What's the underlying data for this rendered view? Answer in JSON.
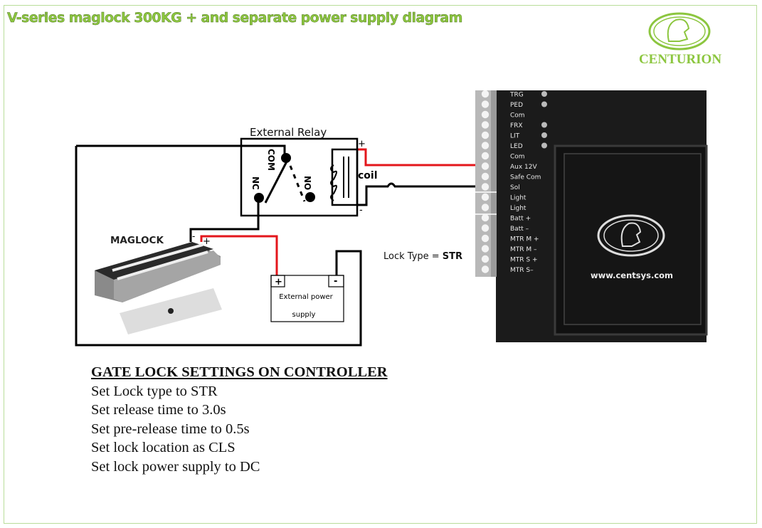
{
  "title": "V-series maglock 300KG + and separate power supply diagram",
  "logo": {
    "text": "CENTURION",
    "color": "#8cc63f"
  },
  "relay": {
    "title": "External Relay",
    "com": "COM",
    "nc": "NC",
    "no": "NO",
    "coil": "coil",
    "plus": "+",
    "minus": "-"
  },
  "maglock": {
    "label": "MAGLOCK",
    "minus": "-",
    "plus": "+"
  },
  "power_supply": {
    "line1": "External power",
    "line2": "supply",
    "plus": "+",
    "minus": "-"
  },
  "lock_type": {
    "prefix": "Lock Type = ",
    "value": "STR"
  },
  "controller": {
    "terminals": [
      "TRG",
      "PED",
      "Com",
      "FRX",
      "LIT",
      "LED",
      "Com",
      "Aux 12V",
      "Safe Com",
      "Sol",
      "Light",
      "Light",
      "Batt +",
      "Batt –",
      "MTR M +",
      "MTR M –",
      "MTR S +",
      "MTR S–"
    ],
    "leds_on": [
      "TRG",
      "PED",
      "FRX",
      "LIT",
      "LED"
    ],
    "website": "www.centsys.com"
  },
  "settings": {
    "heading": "GATE LOCK SETTINGS ON CONTROLLER",
    "lines": [
      "Set Lock type to STR",
      "Set release time to 3.0s",
      "Set pre-release time to 0.5s",
      "Set lock location as CLS",
      "Set lock power supply to DC"
    ]
  },
  "colors": {
    "wire_positive": "#e3161b",
    "wire_negative": "#000000",
    "accent": "#8cc63f"
  }
}
